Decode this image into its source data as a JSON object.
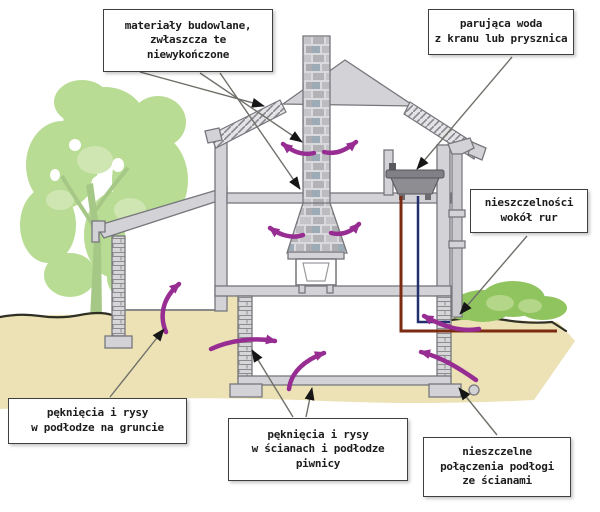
{
  "diagram": {
    "language": "pl",
    "subject": "zrodla wilgoci w domu (przekroj budynku)",
    "callouts": [
      {
        "id": "building-materials",
        "text": "materiały budowlane,\nzwłaszcza te\nniewykończone"
      },
      {
        "id": "evaporating-water",
        "text": "parująca woda\nz kranu lub prysznica"
      },
      {
        "id": "pipe-leaks",
        "text": "nieszczelności\nwokół rur"
      },
      {
        "id": "ground-floor-cracks",
        "text": "pęknięcia i rysy\nw podłodze na gruncie"
      },
      {
        "id": "basement-cracks",
        "text": "pęknięcia i rysy\nw ścianach i podłodze\npiwnicy"
      },
      {
        "id": "floor-wall-joints",
        "text": "nieszczelne\npołączenia podłogi\nze ścianami"
      }
    ]
  },
  "colors": {
    "moisture_arrow": "#972d92",
    "wall_gray": "#d3d3d7",
    "outline_gray": "#76767c",
    "soil_tan": "#ece2b5",
    "tree_green": "#b9dc94",
    "tree_trunk": "#a6c887",
    "bush_green": "#90c45f",
    "hot_pipe": "#7b2b10",
    "cold_pipe": "#22306e",
    "leader_line": "#70706a",
    "callout_border": "#3f3f3f",
    "callout_bg": "#ffffff"
  }
}
